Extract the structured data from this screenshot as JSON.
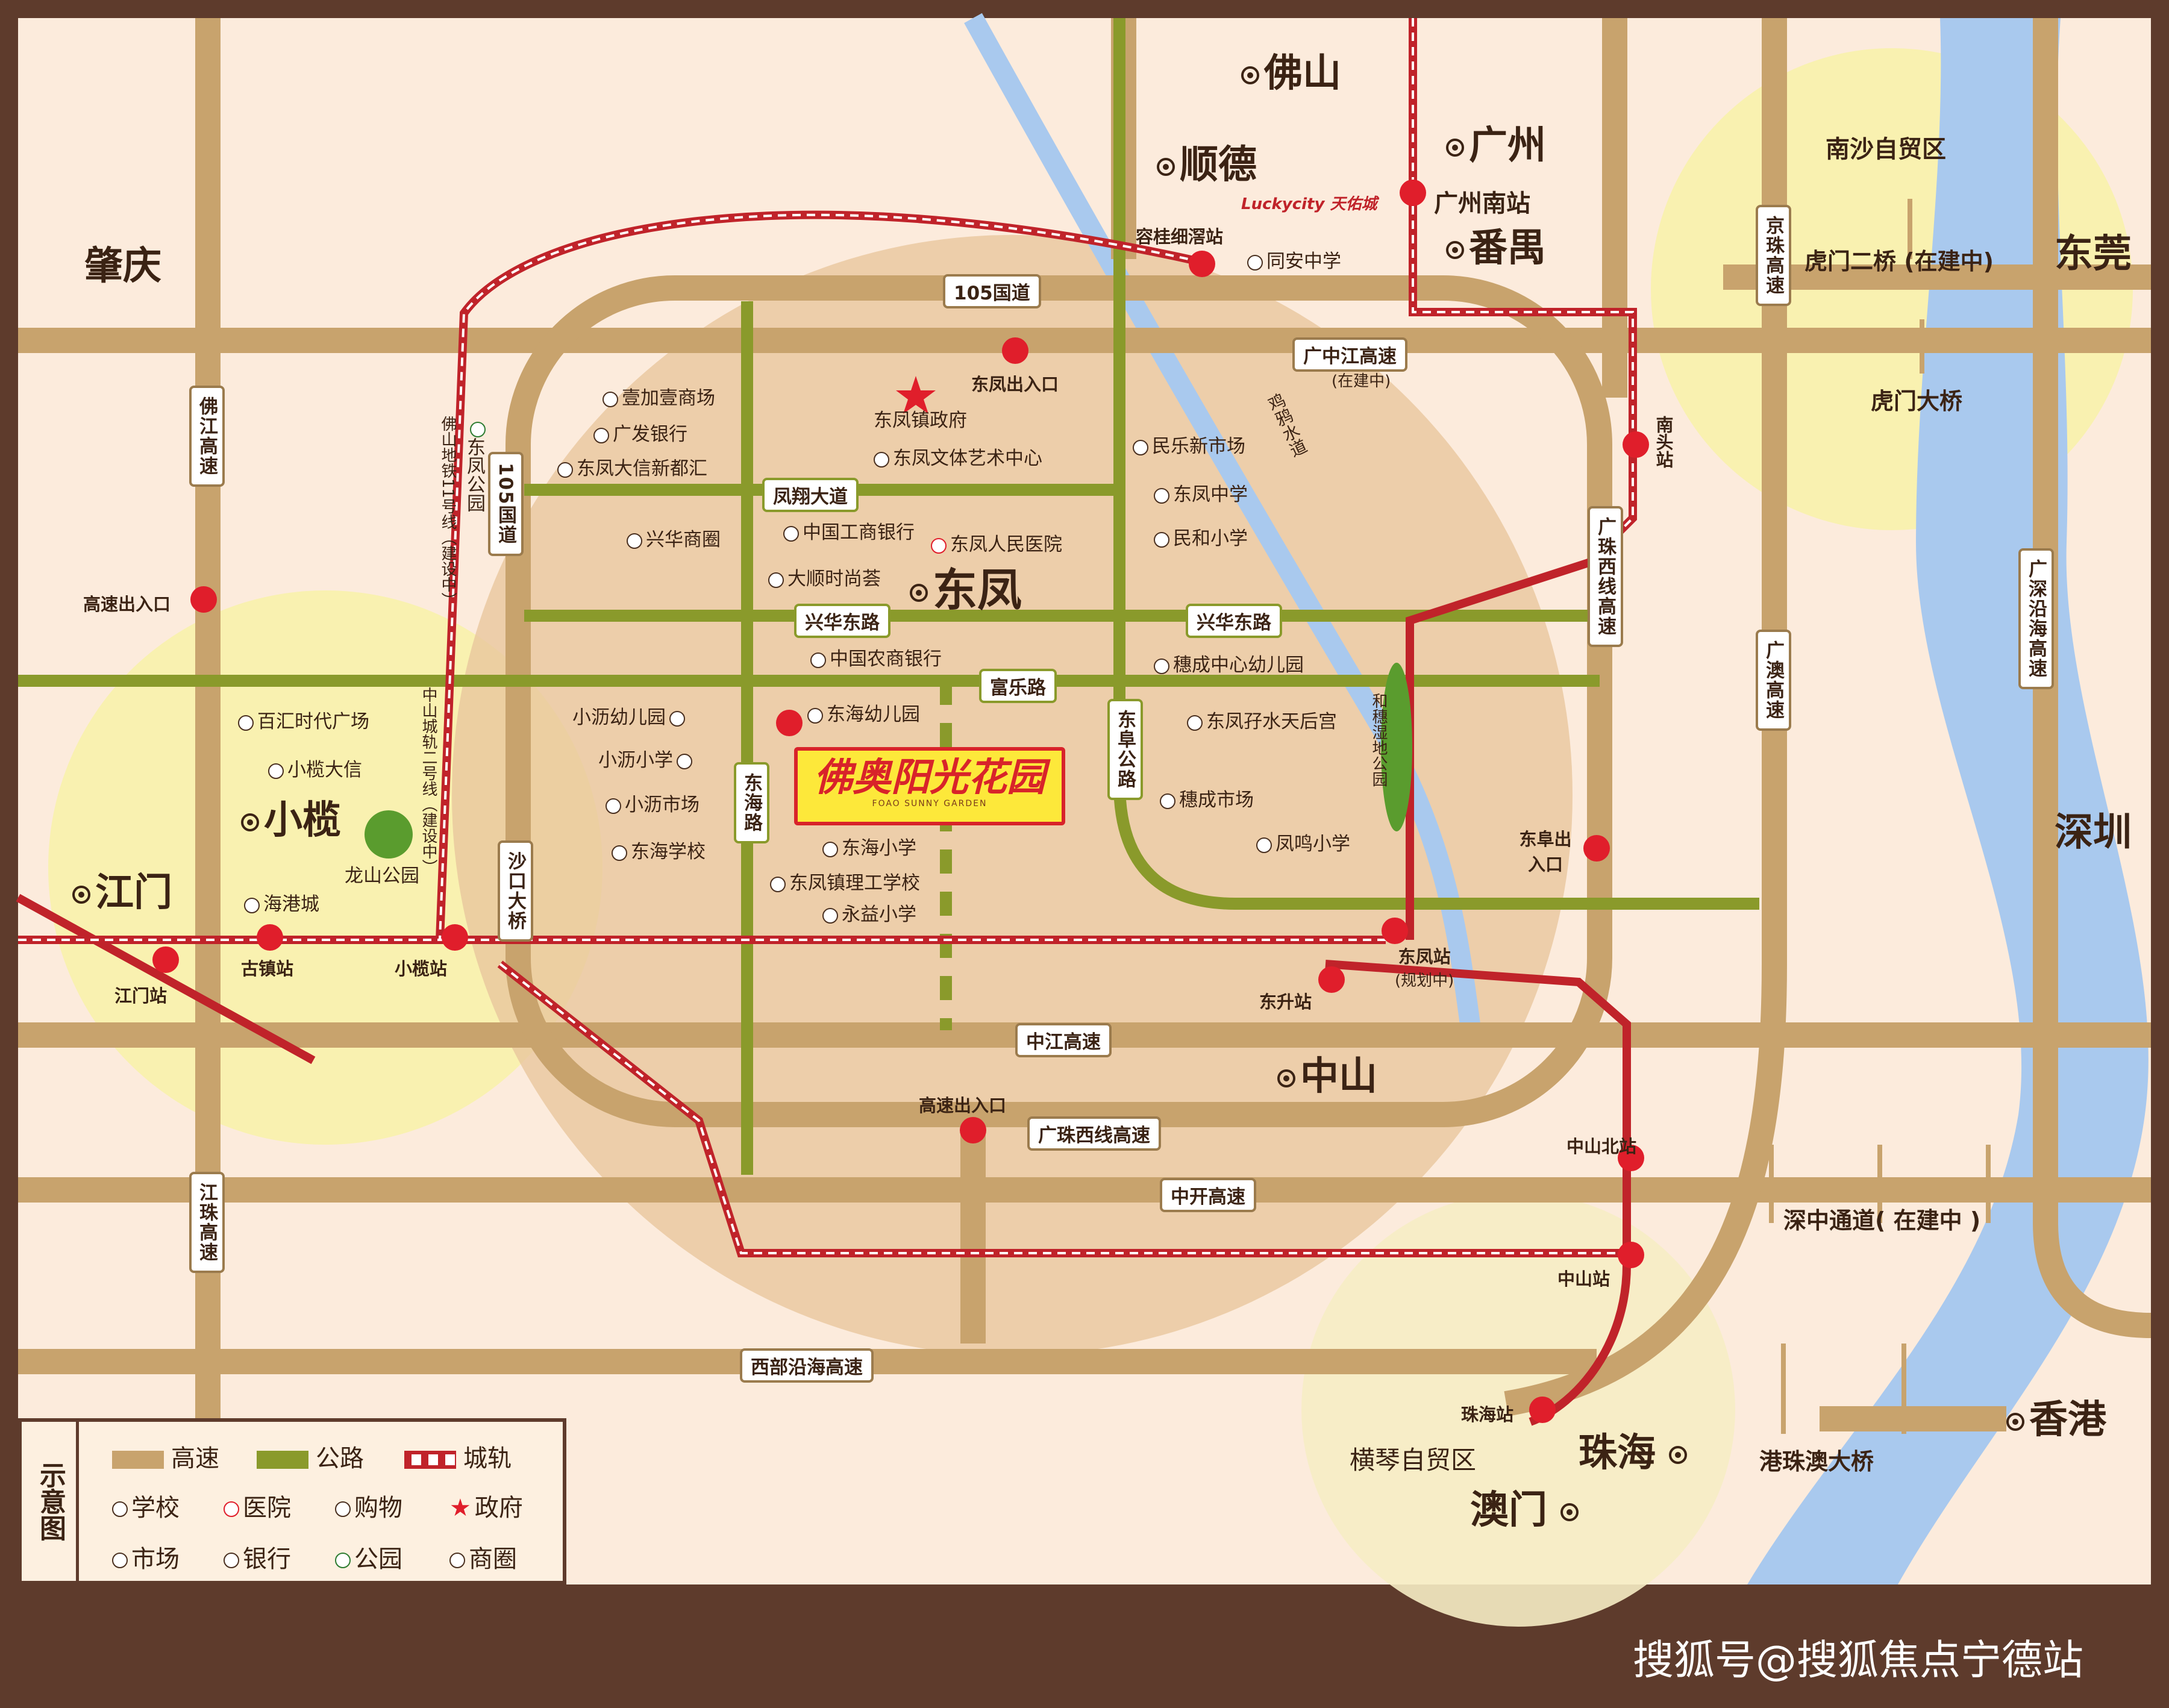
{
  "cities": {
    "foshan": "佛山",
    "guangzhou": "广州",
    "shunde": "顺德",
    "panyu": "番禺",
    "zhaoqing": "肇庆",
    "dongguan": "东莞",
    "jiangmen": "江门",
    "xiaolan": "小榄",
    "dongfeng": "东凤",
    "zhongshan": "中山",
    "shenzhen": "深圳",
    "xianggang": "香港",
    "zhuhai": "珠海",
    "aomen": "澳门"
  },
  "zones": {
    "nansha": "南沙自贸区",
    "hengqin": "横琴自贸区"
  },
  "roads": {
    "r105": "105国道",
    "gzj": "广中江高速",
    "gzj_note": "(在建中)",
    "r105v": "105国道",
    "fengxiang": "凤翔大道",
    "xinghua_w": "兴华东路",
    "xinghua_e": "兴华东路",
    "fule": "富乐路",
    "dongfu": "东阜公路",
    "donghai": "东海路",
    "shakou": "沙口大桥",
    "zhongjiang": "中江高速",
    "gzxx": "广珠西线高速",
    "gzxx_v": "广珠西线高速",
    "zhongkai": "中开高速",
    "xibu": "西部沿海高速",
    "fojiang": "佛江高速",
    "jiangzhu": "江珠高速",
    "jingzhu": "京珠高速",
    "guangao": "广澳高速",
    "guangshen": "广深沿海高速",
    "humen2": "虎门二桥 (在建中)",
    "humen": "虎门大桥",
    "shenzhong": "深中通道( 在建中 )",
    "gangzhuao": "港珠澳大桥",
    "jihuai": "鸡鸦水道"
  },
  "rail": {
    "fs11": "佛山地铁11号线（建设中）",
    "zs2": "中山城轨二号线（建设中）"
  },
  "stations": {
    "ronggui": "容桂细滘站",
    "gznan": "广州南站",
    "nantou": "南头站",
    "dongfeng_st": "东凤站",
    "dongfeng_st_note": "(规划中)",
    "dongsheng": "东升站",
    "xiaolan_st": "小榄站",
    "guzhen": "古镇站",
    "jiangmen_st": "江门站",
    "zs_north": "中山北站",
    "zs_st": "中山站",
    "zhuhai_st": "珠海站"
  },
  "exits": {
    "dongfeng_exit": "东凤出入口",
    "west_exit": "高速出入口",
    "south_exit": "高速出入口",
    "dongfu_exit": "东阜出入口"
  },
  "pois": {
    "gov": "东凤镇政府",
    "yijiayi": "壹加壹商场",
    "guangfa": "广发银行",
    "dongfengdaxin": "东凤大信新都汇",
    "wenti": "东凤文体艺术中心",
    "xinghuashangquan": "兴华商圈",
    "icbc": "中国工商银行",
    "hospital": "东凤人民医院",
    "dashun": "大顺时尚荟",
    "abc": "中国农商银行",
    "minle": "民乐新市场",
    "dfzx": "东凤中学",
    "minhe": "民和小学",
    "suicheng_kg": "穗成中心幼儿园",
    "donghou": "东凤孖水天后宫",
    "suicheng_mkt": "穗成市场",
    "fengming": "凤鸣小学",
    "xiaoli_kg": "小沥幼儿园",
    "xiaoli_ps": "小沥小学",
    "xiaoli_mkt": "小沥市场",
    "donghai_sch": "东海学校",
    "donghai_kg": "东海幼儿园",
    "donghai_ps": "东海小学",
    "dfzl": "东凤镇理工学校",
    "yongyi": "永益小学",
    "baihui": "百汇时代广场",
    "xiaolan_daxin": "小榄大信",
    "longshan": "龙山公园",
    "haigang": "海港城",
    "dongfeng_park": "东凤公园",
    "tongan": "同安中学",
    "hesui": "和穗湿地公园"
  },
  "project": {
    "name": "佛奥阳光花园",
    "en": "FOAO SUNNY GARDEN"
  },
  "brand": {
    "lucky": "Luckycity",
    "lucky_cn": "天佑城"
  },
  "legend": {
    "title": "示意图",
    "highway": "高速",
    "road": "公路",
    "rail": "城轨",
    "school": "学校",
    "hospital": "医院",
    "shopping": "购物",
    "government": "政府",
    "market": "市场",
    "bank": "银行",
    "park": "公园",
    "business": "商圈"
  },
  "watermark": "搜狐号@搜狐焦点宁德站",
  "colors": {
    "background": "#fcebdc",
    "frame": "#5e3b2c",
    "highway": "#c8a36d",
    "road": "#8a9a2b",
    "rail": "#c0232a",
    "river": "#a9c9ee",
    "circle": "#e9c79e",
    "glow": "#f8f2a8",
    "dot": "#e01e2b"
  }
}
